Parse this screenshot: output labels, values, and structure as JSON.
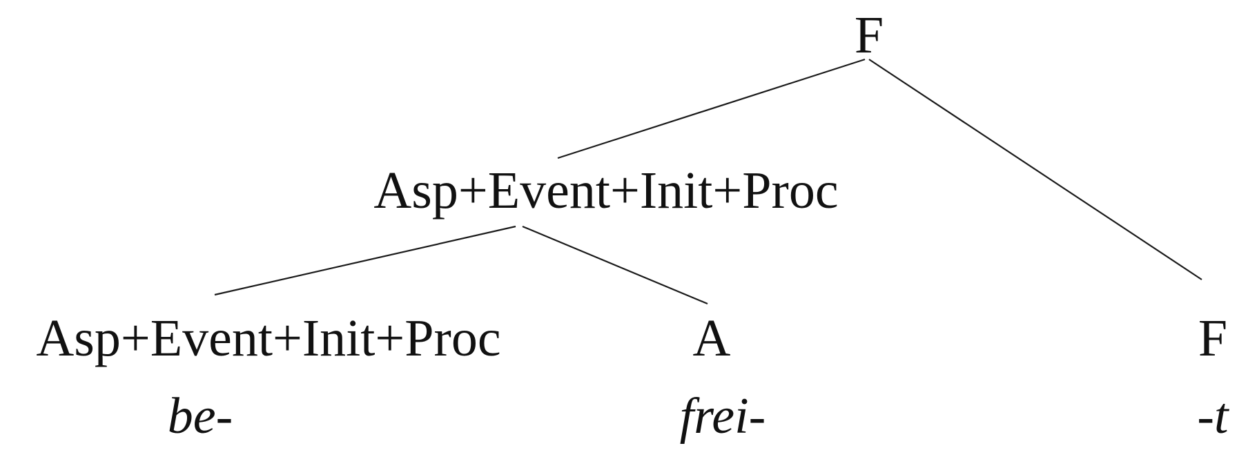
{
  "tree": {
    "root": {
      "label": "F"
    },
    "mid": {
      "label": "Asp+Event+Init+Proc"
    },
    "leaf_left": {
      "label": "Asp+Event+Init+Proc",
      "gloss": "be-"
    },
    "leaf_middle": {
      "label": "A",
      "gloss": "frei-"
    },
    "leaf_right": {
      "label": "F",
      "gloss": "-t"
    }
  }
}
